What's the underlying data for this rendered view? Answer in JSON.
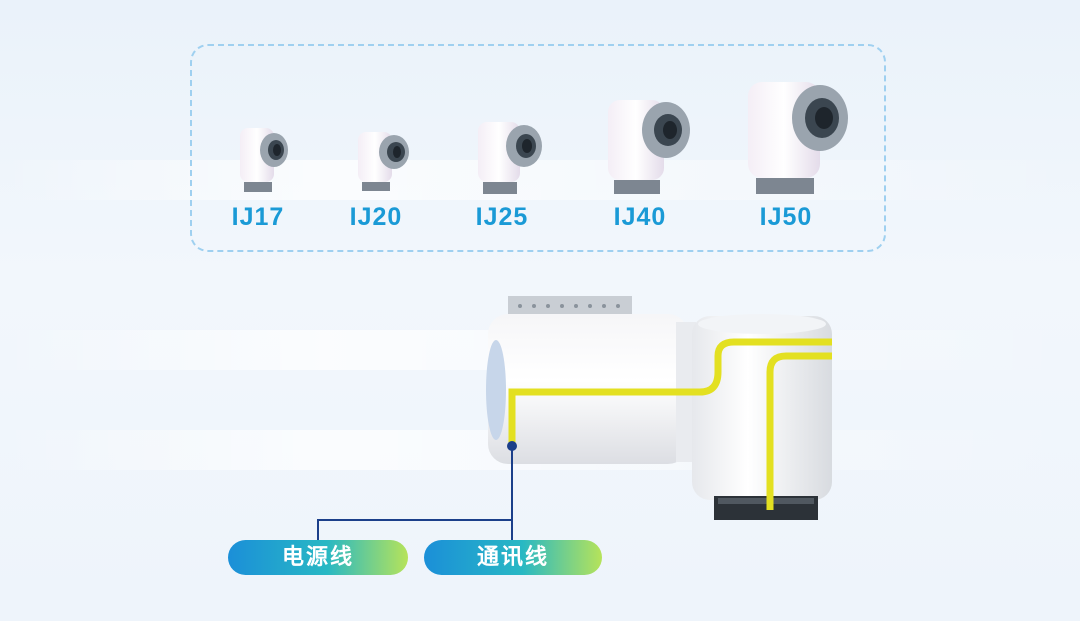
{
  "product_lineup": {
    "models": [
      {
        "label": "IJ17"
      },
      {
        "label": "IJ20"
      },
      {
        "label": "IJ25"
      },
      {
        "label": "IJ40"
      },
      {
        "label": "IJ50"
      }
    ],
    "label_color": "#1a9ad6"
  },
  "cable_callouts": {
    "power": {
      "label": "电源线"
    },
    "communication": {
      "label": "通讯线"
    }
  },
  "colors": {
    "accent_blue": "#1a9ad6",
    "cable_yellow": "#e3e021",
    "pill_gradient_start": "#1b8fd8",
    "pill_gradient_end": "#b6e35a",
    "leader_line": "#1b3f8a"
  }
}
